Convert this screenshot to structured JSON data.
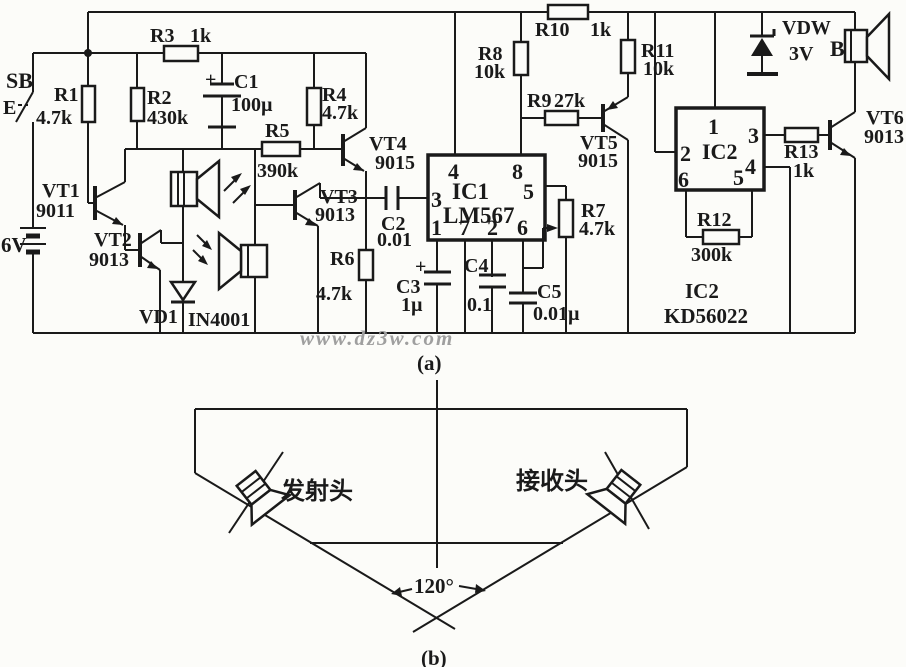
{
  "watermark": "www.dz3w.com",
  "section_labels": {
    "a": "(a)",
    "b": "(b)"
  },
  "power": {
    "switch": "SB",
    "actuator": "E",
    "battery": "6V"
  },
  "resistors": {
    "r1": {
      "name": "R1",
      "value": "4.7k"
    },
    "r2": {
      "name": "R2",
      "value": "430k"
    },
    "r3": {
      "name": "R3",
      "value": "1k"
    },
    "r4": {
      "name": "R4",
      "value": "4.7k"
    },
    "r5": {
      "name": "R5",
      "value": "390k"
    },
    "r6": {
      "name": "R6",
      "value": "4.7k"
    },
    "r7": {
      "name": "R7",
      "value": "4.7k"
    },
    "r8": {
      "name": "R8",
      "value": "10k"
    },
    "r9": {
      "name": "R9",
      "value": "27k"
    },
    "r10": {
      "name": "R10",
      "value": "1k"
    },
    "r11": {
      "name": "R11",
      "value": "10k"
    },
    "r12": {
      "name": "R12",
      "value": "300k"
    },
    "r13": {
      "name": "R13",
      "value": "1k"
    }
  },
  "capacitors": {
    "c1": {
      "name": "C1",
      "value": "100µ",
      "polarity": "+"
    },
    "c2": {
      "name": "C2",
      "value": "0.01"
    },
    "c3": {
      "name": "C3",
      "value": "1µ",
      "polarity": "+"
    },
    "c4": {
      "name": "C4",
      "value": "0.1"
    },
    "c5": {
      "name": "C5",
      "value": "0.01µ"
    }
  },
  "transistors": {
    "vt1": {
      "name": "VT1",
      "model": "9011"
    },
    "vt2": {
      "name": "VT2",
      "model": "9013"
    },
    "vt3": {
      "name": "VT3",
      "model": "9013"
    },
    "vt4": {
      "name": "VT4",
      "model": "9015"
    },
    "vt5": {
      "name": "VT5",
      "model": "9015"
    },
    "vt6": {
      "name": "VT6",
      "model": "9013"
    }
  },
  "diodes": {
    "vd1": {
      "name": "VD1",
      "model": "IN4001"
    },
    "vdw": {
      "name": "VDW",
      "value": "3V"
    }
  },
  "ics": {
    "ic1": {
      "name": "IC1",
      "model": "LM567",
      "pins": {
        "p1": "1",
        "p2": "2",
        "p3": "3",
        "p4": "4",
        "p5": "5",
        "p6": "6",
        "p7": "7",
        "p8": "8"
      }
    },
    "ic2": {
      "name": "IC2",
      "model": "KD56022",
      "pins": {
        "p1": "1",
        "p2": "2",
        "p3": "3",
        "p4": "4",
        "p5": "5",
        "p6": "6"
      }
    }
  },
  "speaker": {
    "name": "B"
  },
  "geometry": {
    "transmit_head": "发射头",
    "receive_head": "接收头",
    "angle": "120°"
  }
}
